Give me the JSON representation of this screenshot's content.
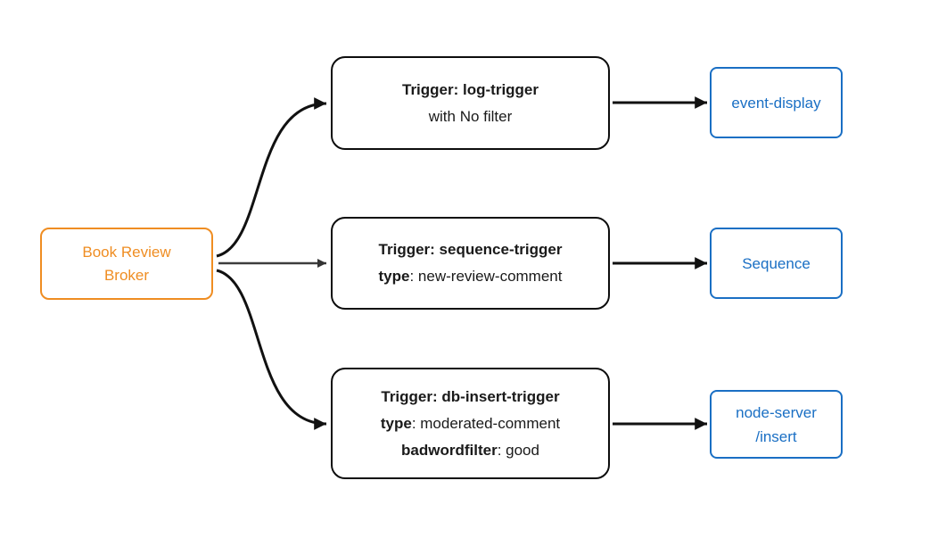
{
  "diagram": {
    "broker": {
      "label_line1": "Book Review",
      "label_line2": "Broker"
    },
    "flows": [
      {
        "trigger": {
          "lines": [
            {
              "bold": "Trigger: log-trigger",
              "rest": ""
            },
            {
              "bold": "",
              "rest": "with No filter"
            }
          ]
        },
        "sink": {
          "lines": [
            "event-display"
          ]
        }
      },
      {
        "trigger": {
          "lines": [
            {
              "bold": "Trigger: sequence-trigger",
              "rest": ""
            },
            {
              "bold": "type",
              "rest": ": new-review-comment"
            }
          ]
        },
        "sink": {
          "lines": [
            "Sequence"
          ]
        }
      },
      {
        "trigger": {
          "lines": [
            {
              "bold": "Trigger: db-insert-trigger",
              "rest": ""
            },
            {
              "bold": "type",
              "rest": ": moderated-comment"
            },
            {
              "bold": "badwordfilter",
              "rest": ": good"
            }
          ]
        },
        "sink": {
          "lines": [
            "node-server",
            "/insert"
          ]
        }
      }
    ],
    "colors": {
      "broker_accent": "#ef8d22",
      "sink_accent": "#1a6fc4",
      "edge_black": "#111111",
      "edge_gray": "#3d3d3d",
      "node_background": "#ffffff"
    }
  }
}
